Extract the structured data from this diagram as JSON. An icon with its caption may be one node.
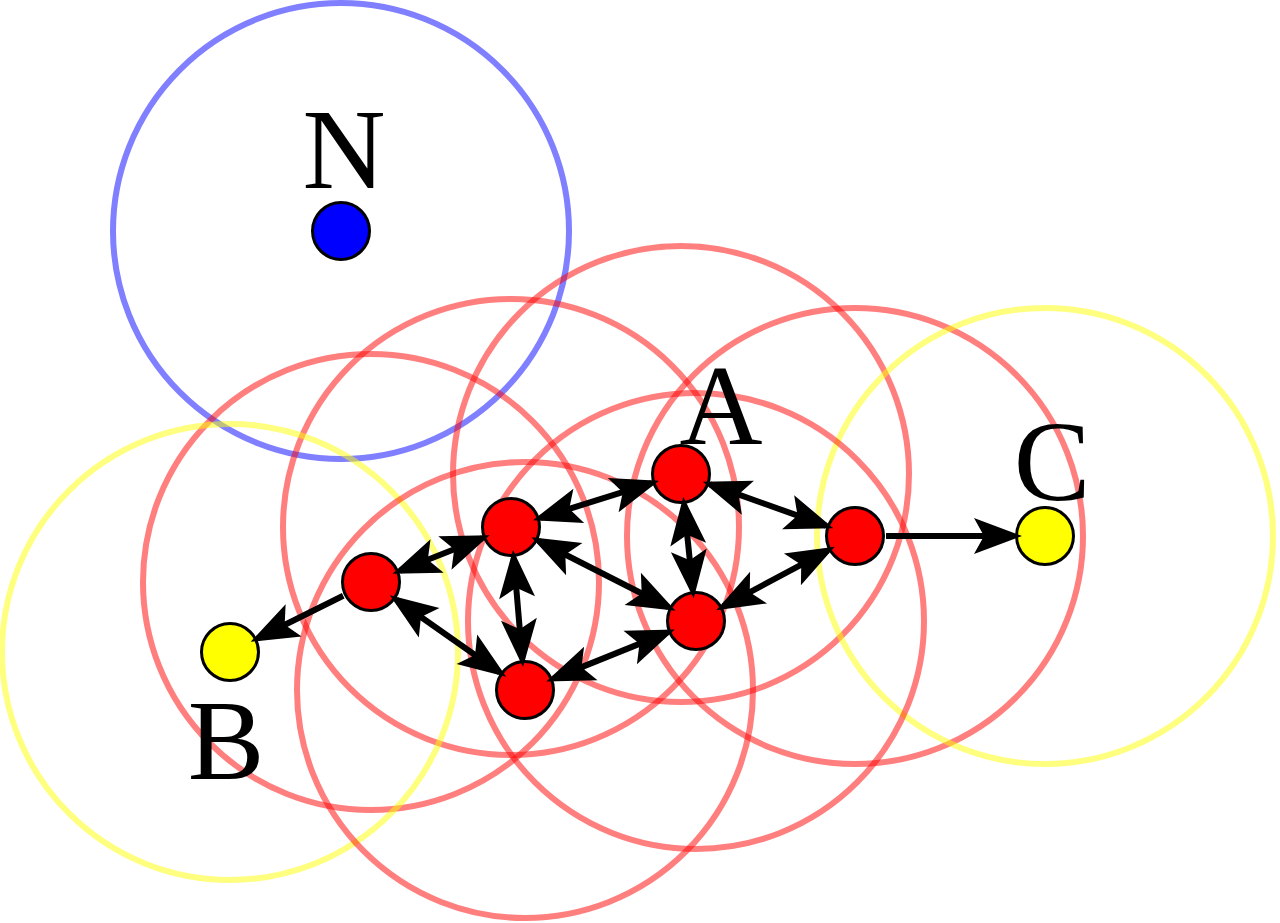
{
  "diagram": {
    "nodes": [
      {
        "text": [
          "N"
        ]
      },
      {
        "text": [
          "A"
        ]
      },
      {
        "text": [],
        "shape": "circle"
      },
      {
        "text": [],
        "shape": "circle"
      },
      {
        "text": [
          "C"
        ]
      },
      {
        "text": [],
        "shape": "circle"
      },
      {
        "text": [],
        "shape": "circle"
      },
      {
        "text": [
          "B"
        ]
      },
      {
        "text": [],
        "shape": "circle"
      }
    ],
    "edges": [
      {
        "from": 1,
        "to": 2,
        "arrow": "both"
      },
      {
        "from": 1,
        "to": 3,
        "arrow": "both"
      },
      {
        "from": 1,
        "to": 6,
        "arrow": "both"
      },
      {
        "from": 2,
        "to": 5,
        "arrow": "both"
      },
      {
        "from": 2,
        "to": 6,
        "arrow": "both"
      },
      {
        "from": 2,
        "to": 8,
        "arrow": "both"
      },
      {
        "from": 5,
        "to": 8,
        "arrow": "both"
      },
      {
        "from": 5,
        "to": 7,
        "arrow": "to"
      },
      {
        "from": 8,
        "to": 6,
        "arrow": "both"
      },
      {
        "from": 6,
        "to": 3,
        "arrow": "both"
      },
      {
        "from": 3,
        "to": 4,
        "arrow": "to"
      }
    ]
  }
}
